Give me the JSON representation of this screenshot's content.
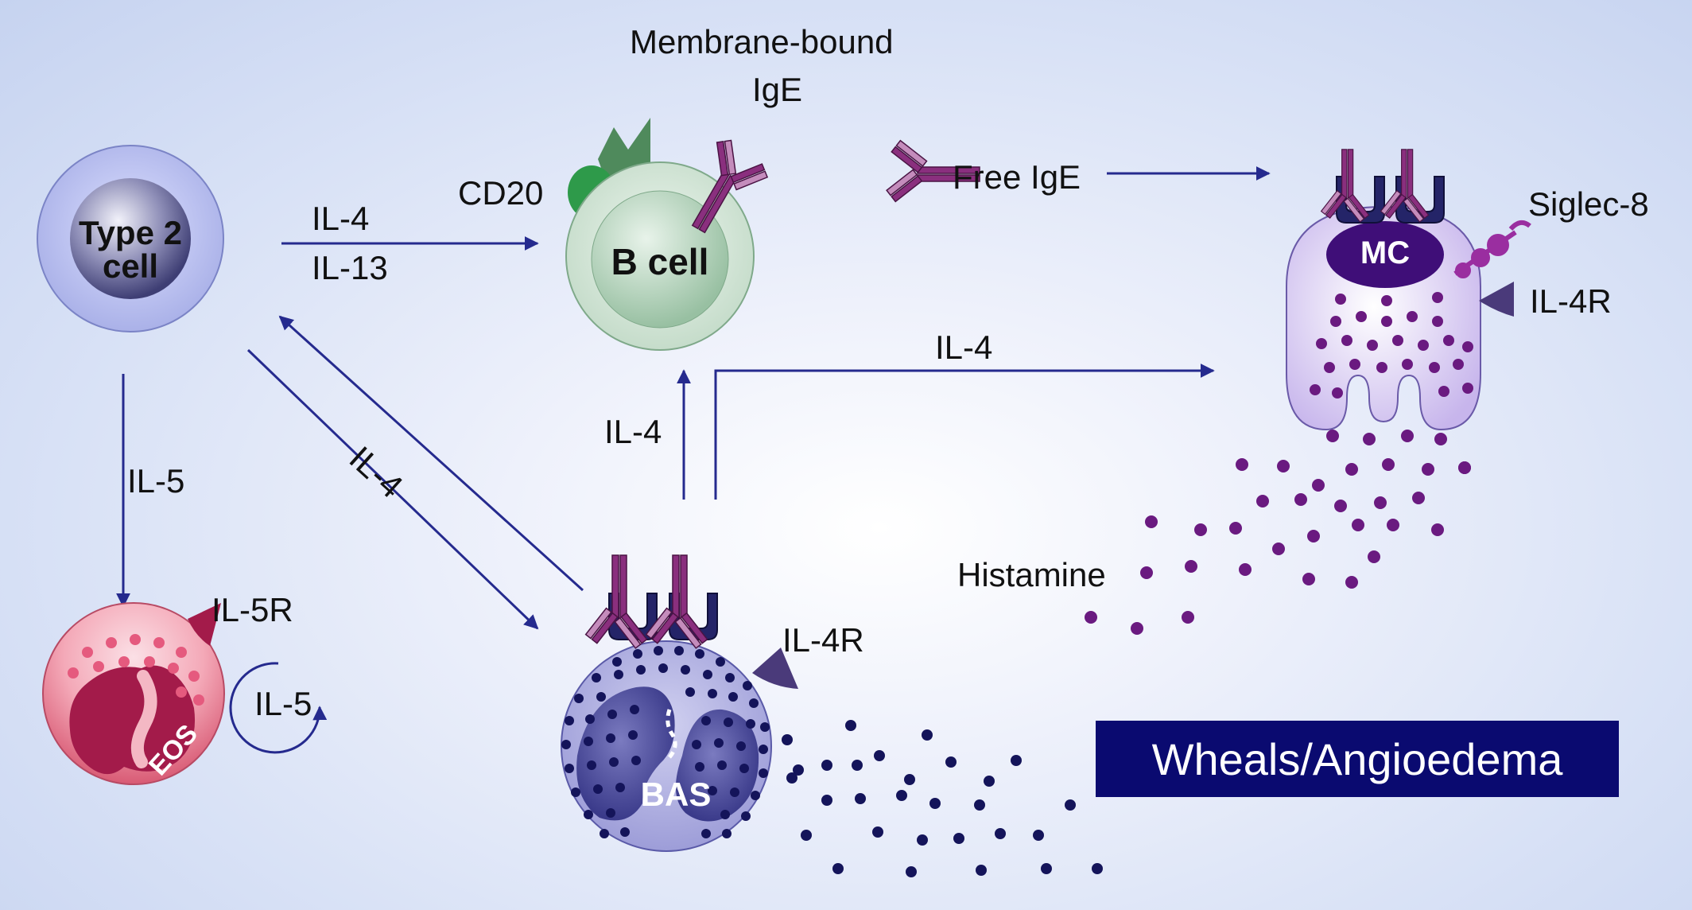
{
  "colors": {
    "arrow": "#252a8e",
    "ige": "#8a2f7e",
    "ige_light": "#c48cbc",
    "fc_receptor": "#242468",
    "mast_granule": "#6a1a80",
    "basophil_granule": "#14145a",
    "eosinophil": "#a31b4a",
    "b_cell": "#d1e6d6",
    "type2_cell": "#b7bdef",
    "box": "#0a0a70"
  },
  "cells": {
    "type2": "Type 2\ncell",
    "bcell": "B cell",
    "eos": "EOS",
    "bas": "BAS",
    "mc": "MC"
  },
  "labels": {
    "membrane_bound": "Membrane-bound",
    "ige": "IgE",
    "cd20": "CD20",
    "free_ige": "Free IgE",
    "siglec8": "Siglec-8",
    "il4r_mc": "IL-4R",
    "il4r_bas": "IL-4R",
    "il5r": "IL-5R",
    "histamine": "Histamine",
    "il4_bcell": "IL-4",
    "il13_bcell": "IL-13",
    "il4_mc": "IL-4",
    "il4_bas_up": "IL-4",
    "il4_diag": "IL-4",
    "il5_down": "IL-5",
    "il5_loop": "IL-5"
  },
  "wheals": "Wheals/Angioedema"
}
